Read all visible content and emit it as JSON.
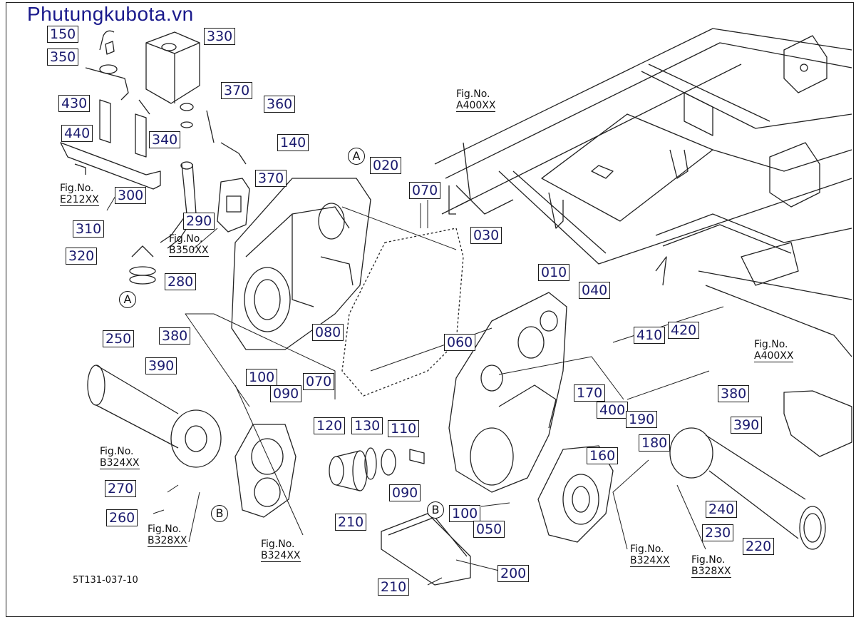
{
  "watermark": "Phutungkubota.vn",
  "drawing_code": "5T131-037-10",
  "part_labels": [
    "150",
    "330",
    "350",
    "370",
    "430",
    "360",
    "440",
    "340",
    "140",
    "020",
    "070",
    "300",
    "290",
    "310",
    "030",
    "320",
    "280",
    "010",
    "040",
    "060",
    "410",
    "420",
    "250",
    "380",
    "390",
    "100",
    "090",
    "070",
    "080",
    "170",
    "380",
    "120",
    "130",
    "110",
    "400",
    "190",
    "390",
    "160",
    "180",
    "270",
    "260",
    "240",
    "230",
    "090",
    "100",
    "050",
    "210",
    "220",
    "200",
    "210"
  ],
  "figure_refs": [
    {
      "label": "Fig.No.",
      "code": "A400XX"
    },
    {
      "label": "Fig.No.",
      "code": "E212XX"
    },
    {
      "label": "Fig.No.",
      "code": "B350XX"
    },
    {
      "label": "Fig.No.",
      "code": "A400XX"
    },
    {
      "label": "Fig.No.",
      "code": "B324XX"
    },
    {
      "label": "Fig.No.",
      "code": "B328XX"
    },
    {
      "label": "Fig.No.",
      "code": "B324XX"
    },
    {
      "label": "Fig.No.",
      "code": "B324XX"
    },
    {
      "label": "Fig.No.",
      "code": "B328XX"
    }
  ],
  "callouts": [
    "A",
    "A",
    "B",
    "B"
  ]
}
